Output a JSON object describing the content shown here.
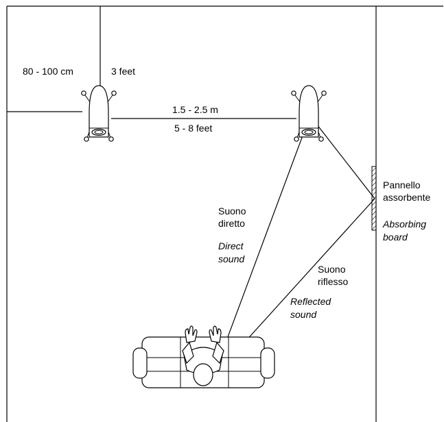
{
  "labels": {
    "wall_distance_metric": "80 - 100 cm",
    "wall_distance_imperial": "3 feet",
    "speaker_spacing_metric": "1.5 - 2.5 m",
    "speaker_spacing_imperial": "5 - 8 feet",
    "direct_sound_it": [
      "Suono",
      "diretto"
    ],
    "direct_sound_en": [
      "Direct",
      "sound"
    ],
    "reflected_sound_it": [
      "Suono",
      "riflesso"
    ],
    "reflected_sound_en": [
      "Reflected",
      "sound"
    ],
    "absorbing_panel_it": [
      "Pannello",
      "assorbente"
    ],
    "absorbing_panel_en": [
      "Absorbing",
      "board"
    ]
  },
  "colors": {
    "stroke": "#000000",
    "background": "#ffffff"
  }
}
